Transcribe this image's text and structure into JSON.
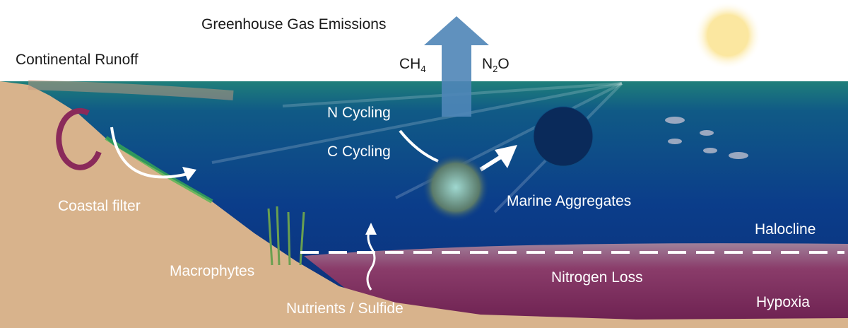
{
  "title": "Greenhouse Gas Emissions",
  "gases": {
    "ch4": "CH",
    "ch4_sub": "4",
    "n2o_a": "N",
    "n2o_sub": "2",
    "n2o_b": "O"
  },
  "labels": {
    "continental_runoff": "Continental Runoff",
    "n_cycling": "N Cycling",
    "c_cycling": "C Cycling",
    "coastal_filter": "Coastal filter",
    "marine_aggregates": "Marine Aggregates",
    "halocline": "Halocline",
    "macrophytes": "Macrophytes",
    "nitrogen_loss": "Nitrogen Loss",
    "hypoxia": "Hypoxia",
    "nutrients_sulfide": "Nutrients / Sulfide"
  },
  "colors": {
    "water": "#0c3f86",
    "surface": "#1f7a7a",
    "land": "#d8b38c",
    "hypoxia": "#7a2a5a",
    "arrow": "#4f86b8",
    "sun": "#fbe9a0"
  }
}
